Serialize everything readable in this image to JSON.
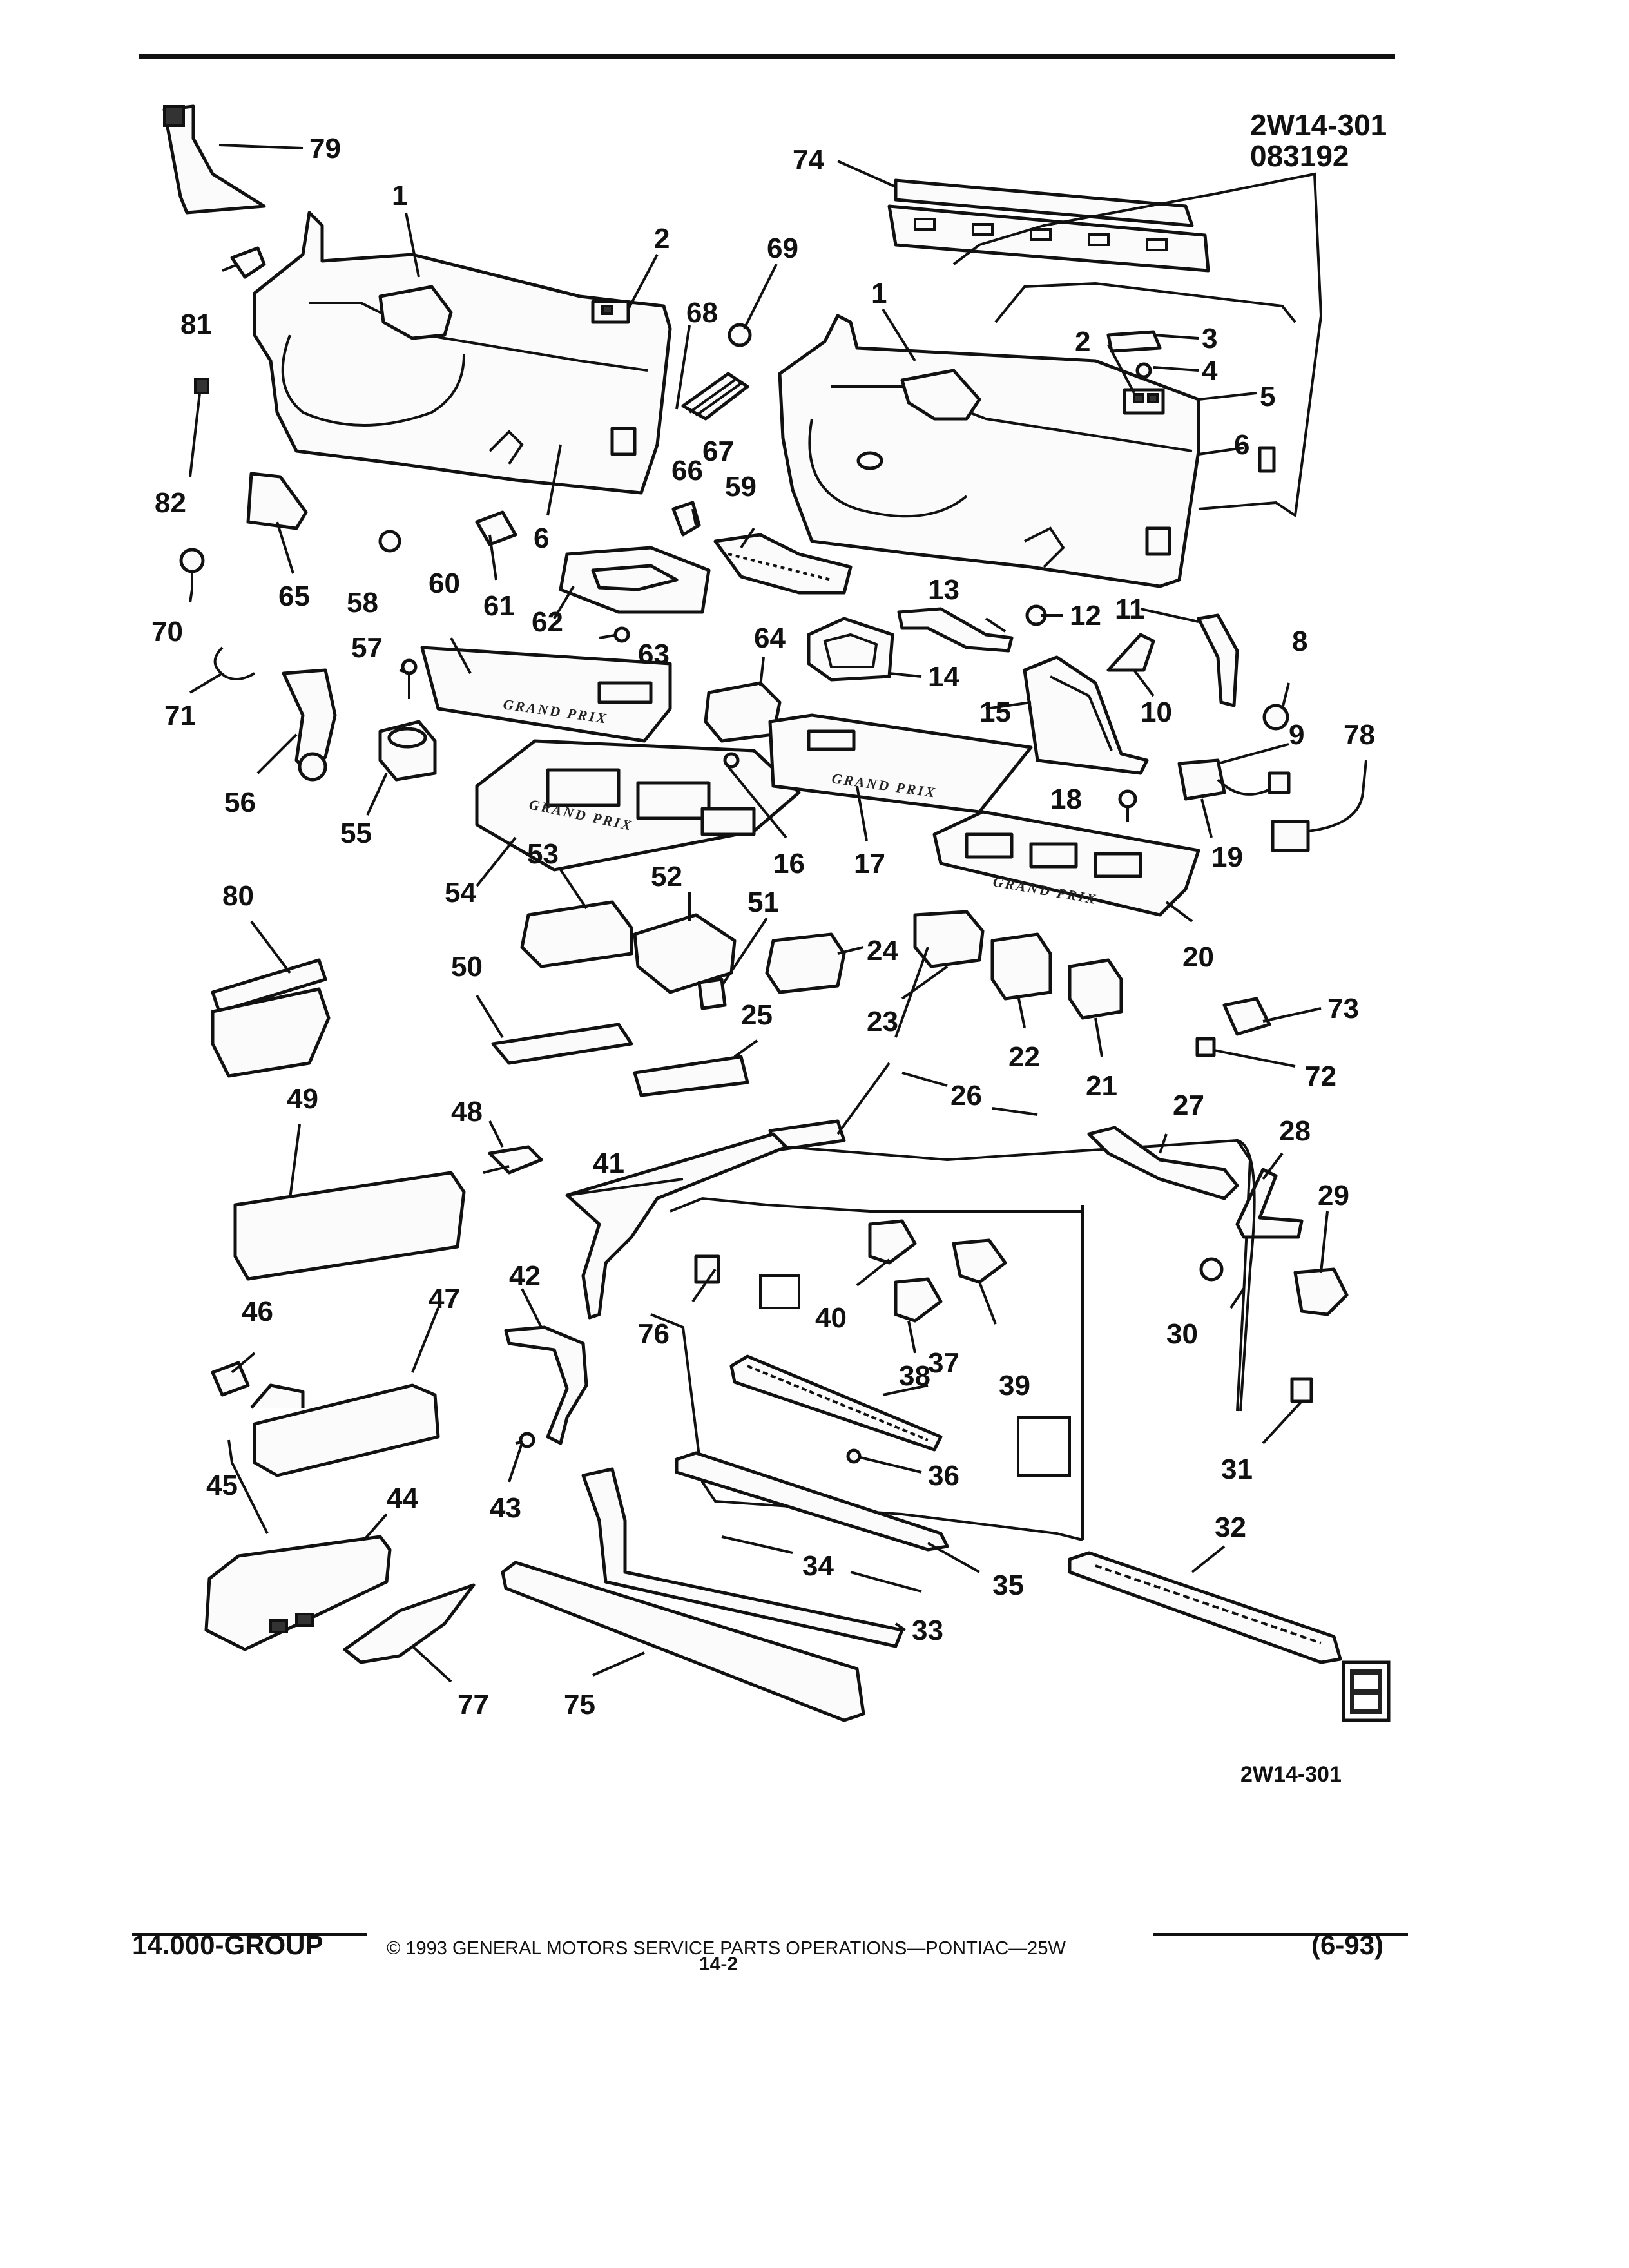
{
  "header": {
    "figure_code": "2W14-301",
    "figure_date": "083192"
  },
  "figure_code_bottom": "2W14-301",
  "footer": {
    "group": "14.000-GROUP",
    "copyright": "© 1993 GENERAL MOTORS SERVICE PARTS OPERATIONS—PONTIAC—25W",
    "page_number": "14-2",
    "date": "(6-93)"
  },
  "embossed_text": {
    "grand_prix": "GRAND PRIX"
  },
  "callouts": [
    "1",
    "1",
    "2",
    "2",
    "3",
    "4",
    "5",
    "6",
    "6",
    "8",
    "9",
    "10",
    "11",
    "12",
    "13",
    "14",
    "15",
    "16",
    "17",
    "18",
    "19",
    "20",
    "21",
    "22",
    "23",
    "23",
    "24",
    "25",
    "26",
    "26",
    "27",
    "28",
    "29",
    "30",
    "31",
    "32",
    "33",
    "34",
    "34",
    "35",
    "36",
    "37",
    "38",
    "39",
    "40",
    "41",
    "42",
    "43",
    "44",
    "45",
    "46",
    "47",
    "48",
    "49",
    "50",
    "51",
    "52",
    "53",
    "54",
    "55",
    "56",
    "57",
    "58",
    "59",
    "60",
    "61",
    "62",
    "63",
    "64",
    "65",
    "66",
    "67",
    "68",
    "69",
    "70",
    "71",
    "72",
    "73",
    "74",
    "75",
    "76",
    "77",
    "78",
    "79",
    "80",
    "81",
    "82"
  ],
  "badge_icon": "gmspo-logo-icon"
}
